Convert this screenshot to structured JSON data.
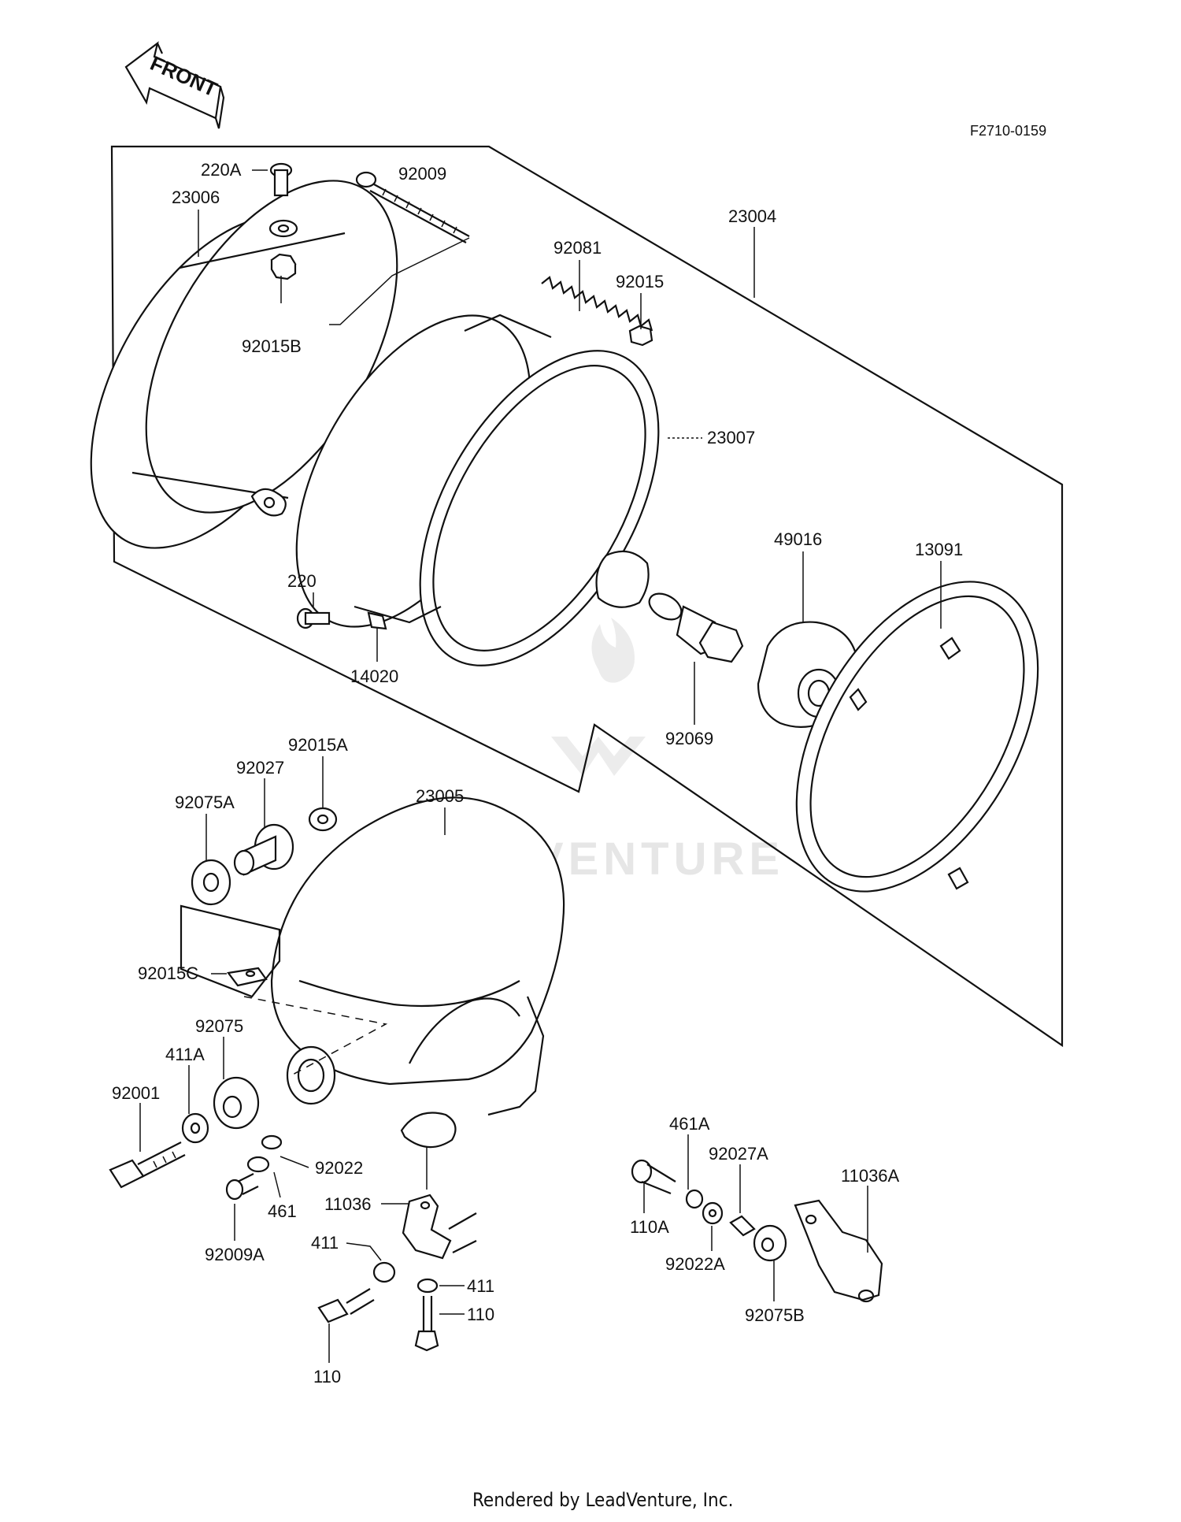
{
  "figure_code": "F2710-0159",
  "front_label": "FRONT",
  "watermark": "LEADVENTURE",
  "footer": "Rendered by LeadVenture, Inc.",
  "parts": {
    "p220A": "220A",
    "p23006": "23006",
    "p92009": "92009",
    "p23004": "23004",
    "p92081": "92081",
    "p92015": "92015",
    "p92015B": "92015B",
    "p23007": "23007",
    "p49016": "49016",
    "p13091": "13091",
    "p220": "220",
    "p14020": "14020",
    "p92069": "92069",
    "p92015A": "92015A",
    "p92027": "92027",
    "p92075A": "92075A",
    "p23005": "23005",
    "p92015C": "92015C",
    "p92075": "92075",
    "p411A": "411A",
    "p92001": "92001",
    "p92022": "92022",
    "p461": "461",
    "p92009A": "92009A",
    "p11036": "11036",
    "p411_left": "411",
    "p411_right": "411",
    "p110_right": "110",
    "p110_bottom": "110",
    "p461A": "461A",
    "p92027A": "92027A",
    "p11036A": "11036A",
    "p110A": "110A",
    "p92022A": "92022A",
    "p92075B": "92075B"
  }
}
